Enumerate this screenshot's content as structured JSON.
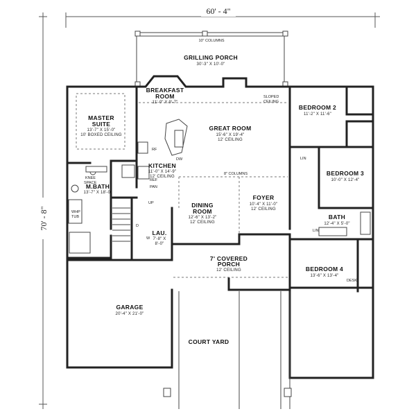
{
  "dimensions": {
    "width": "60' - 4\"",
    "depth": "70' - 8\""
  },
  "rooms": {
    "grilling_porch": {
      "name": "GRILLING PORCH",
      "size": "30'-3\" X 10'-0\""
    },
    "breakfast": {
      "name_1": "BREAKFAST",
      "name_2": "ROOM",
      "size": "11'-0\" X 9'-7\""
    },
    "master": {
      "name_1": "MASTER",
      "name_2": "SUITE",
      "size": "13'-7\" X 15'-0\"",
      "note": "10' BOXED CEILING"
    },
    "great": {
      "name": "GREAT ROOM",
      "size": "15'-6\" X 19'-4\"",
      "note": "12' CEILING"
    },
    "bedroom2": {
      "name": "BEDROOM 2",
      "size": "11'-2\" X 11'-6\""
    },
    "bedroom3": {
      "name": "BEDROOM 3",
      "size": "10'-0\" X 12'-4\""
    },
    "kitchen": {
      "name": "KITCHEN",
      "size": "11'-0\" X 14'-9\"",
      "note": "12' CEILING"
    },
    "mbath": {
      "name": "M.BATH",
      "size": "13'-7\" X 18'-0\""
    },
    "dining": {
      "name_1": "DINING",
      "name_2": "ROOM",
      "size": "12'-6\" X 13'-2\"",
      "note": "12' CEILING"
    },
    "foyer": {
      "name": "FOYER",
      "size": "10'-4\" X 11'-0\"",
      "note": "12' CEILING"
    },
    "bath": {
      "name": "BATH",
      "size": "12'-4\" X 5'-0\""
    },
    "laundry": {
      "name": "LAU.",
      "size": "7'-8\" X",
      "size_2": "8'-0\""
    },
    "covered_porch": {
      "name_1": "7' COVERED",
      "name_2": "PORCH",
      "note": "12' CEILING"
    },
    "bedroom4": {
      "name": "BEDROOM 4",
      "size": "13'-6\" X 13'-4\""
    },
    "garage": {
      "name": "GARAGE",
      "size": "20'-4\" X 21'-0\""
    },
    "courtyard": {
      "name": "COURT YARD"
    }
  },
  "notes": {
    "columns_10": "10\" COLUMNS",
    "columns_8": "8\" COLUMNS",
    "sloped_1": "SLOPED",
    "sloped_2": "CEILING",
    "knee_1": "KNEE",
    "knee_2": "SPACE",
    "whp_1": "WHP",
    "whp_2": "TUB",
    "rf": "RF",
    "ref": "REF",
    "pan": "PAN",
    "dw": "DW",
    "up": "UP",
    "w": "W",
    "d": "D",
    "lin_1": "LIN",
    "lin_2": "LIN",
    "desk": "DESK"
  }
}
